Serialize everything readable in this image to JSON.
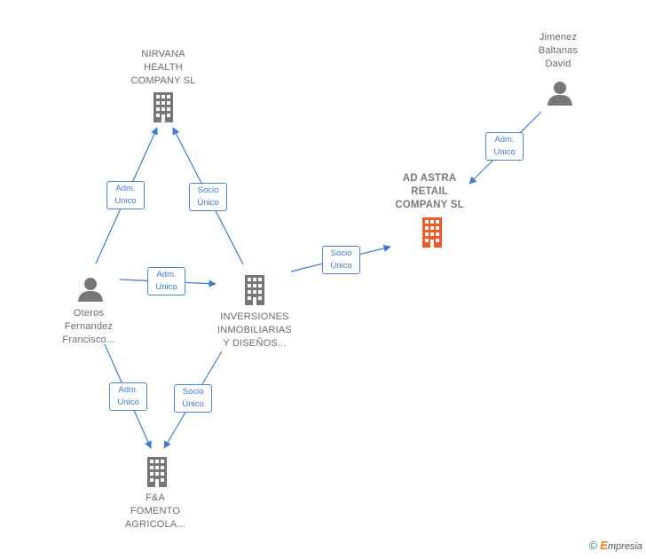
{
  "nodes": {
    "nirvana": {
      "lines": [
        "NIRVANA",
        "HEALTH",
        "COMPANY  SL"
      ],
      "type": "company"
    },
    "jimenez": {
      "lines": [
        "Jimenez",
        "Baltanas",
        "David"
      ],
      "type": "person"
    },
    "ad_astra": {
      "lines": [
        "AD ASTRA",
        "RETAIL",
        "COMPANY  SL"
      ],
      "type": "company-focus"
    },
    "oteros": {
      "lines": [
        "Oteros",
        "Fernandez",
        "Francisco..."
      ],
      "type": "person"
    },
    "inversiones": {
      "lines": [
        "INVERSIONES",
        "INMOBILIARIAS",
        "Y DISEÑOS..."
      ],
      "type": "company"
    },
    "fa_fomento": {
      "lines": [
        "F&A",
        "FOMENTO",
        "AGRICOLA..."
      ],
      "type": "company"
    }
  },
  "edges": {
    "oteros_nirvana": {
      "lines": [
        "Adm.",
        "Unico"
      ]
    },
    "inversiones_nirvana": {
      "lines": [
        "Socio",
        "Único"
      ]
    },
    "oteros_inversiones": {
      "lines": [
        "Adm.",
        "Unico"
      ]
    },
    "inversiones_adastra": {
      "lines": [
        "Socio",
        "Único"
      ]
    },
    "jimenez_adastra": {
      "lines": [
        "Adm.",
        "Unico"
      ]
    },
    "oteros_fa": {
      "lines": [
        "Adm.",
        "Unico"
      ]
    },
    "inversiones_fa": {
      "lines": [
        "Socio",
        "Único"
      ]
    }
  },
  "colors": {
    "edge": "#3f7ccd",
    "icon_gray": "#777777",
    "icon_focus": "#f05a28"
  },
  "footer": {
    "copyright": "©",
    "brand_initial": "E",
    "brand_rest": "mpresia"
  }
}
